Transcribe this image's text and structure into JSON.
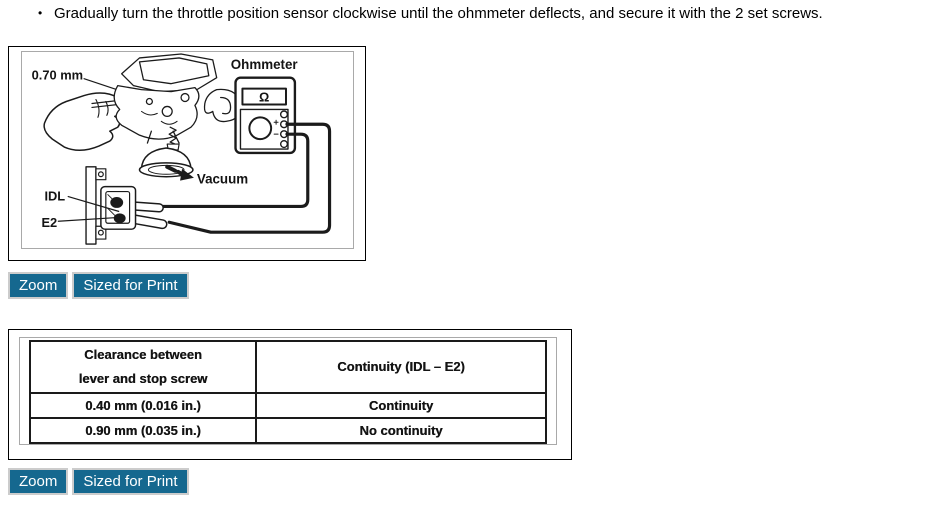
{
  "instruction": {
    "bullet": "•",
    "text": "Gradually turn the throttle position sensor clockwise until the ohmmeter deflects, and secure it with the 2 set screws."
  },
  "buttons": {
    "zoom": "Zoom",
    "sized_for_print": "Sized for Print"
  },
  "diagram": {
    "labels": {
      "clearance": "0.70 mm",
      "meter": "Ohmmeter",
      "ohm_symbol": "Ω",
      "vacuum": "Vacuum",
      "idl": "IDL",
      "e2": "E2"
    }
  },
  "spec_table": {
    "headers": {
      "col1_line1": "Clearance between",
      "col1_line2": "lever and stop screw",
      "col2": "Continuity (IDL – E2)"
    },
    "rows": [
      {
        "clearance": "0.40 mm (0.016 in.)",
        "continuity": "Continuity"
      },
      {
        "clearance": "0.90 mm (0.035 in.)",
        "continuity": "No continuity"
      }
    ]
  },
  "colors": {
    "button_bg": "#15688F",
    "button_text": "#ffffff"
  }
}
